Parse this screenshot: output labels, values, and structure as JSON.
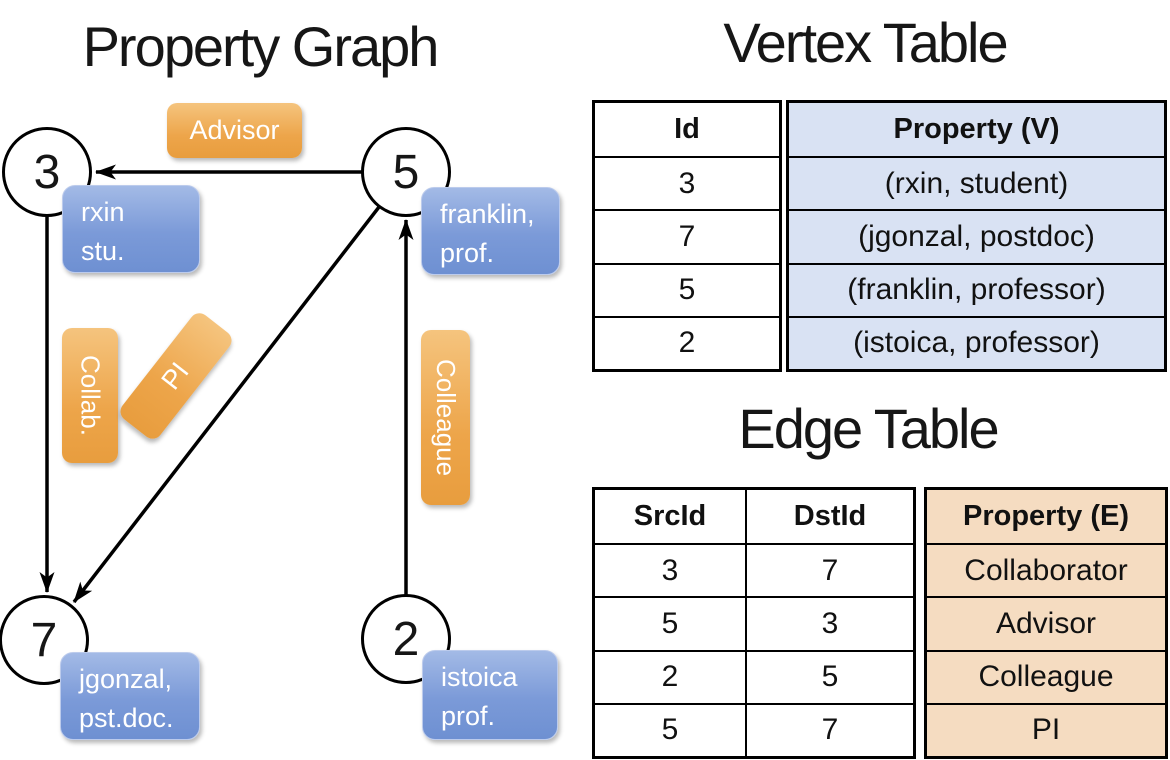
{
  "graph": {
    "title": "Property Graph",
    "nodes": [
      {
        "id": "3",
        "label_line1": "rxin",
        "label_line2": "stu."
      },
      {
        "id": "5",
        "label_line1": "franklin,",
        "label_line2": "prof."
      },
      {
        "id": "7",
        "label_line1": "jgonzal,",
        "label_line2": "pst.doc."
      },
      {
        "id": "2",
        "label_line1": "istoica",
        "label_line2": "prof."
      }
    ],
    "edge_labels": {
      "advisor": "Advisor",
      "collab": "Collab.",
      "pi": "PI",
      "colleague": "Colleague"
    }
  },
  "vertex_table": {
    "title": "Vertex Table",
    "columns": [
      "Id",
      "Property (V)"
    ],
    "rows": [
      [
        "3",
        "(rxin, student)"
      ],
      [
        "7",
        "(jgonzal, postdoc)"
      ],
      [
        "5",
        "(franklin, professor)"
      ],
      [
        "2",
        "(istoica, professor)"
      ]
    ]
  },
  "edge_table": {
    "title": "Edge Table",
    "columns": [
      "SrcId",
      "DstId",
      "Property (E)"
    ],
    "rows": [
      [
        "3",
        "7",
        "Collaborator"
      ],
      [
        "5",
        "3",
        "Advisor"
      ],
      [
        "2",
        "5",
        "Colleague"
      ],
      [
        "5",
        "7",
        "PI"
      ]
    ]
  },
  "colors": {
    "ink": "#000000",
    "vertex-fill": "#d9e2f3",
    "edge-fill": "#f5dcc1",
    "vbox-top": "#a3bae6",
    "vbox-bottom": "#6e90d2",
    "ebox-top": "#f5c47e",
    "ebox-bottom": "#e89d3e"
  }
}
